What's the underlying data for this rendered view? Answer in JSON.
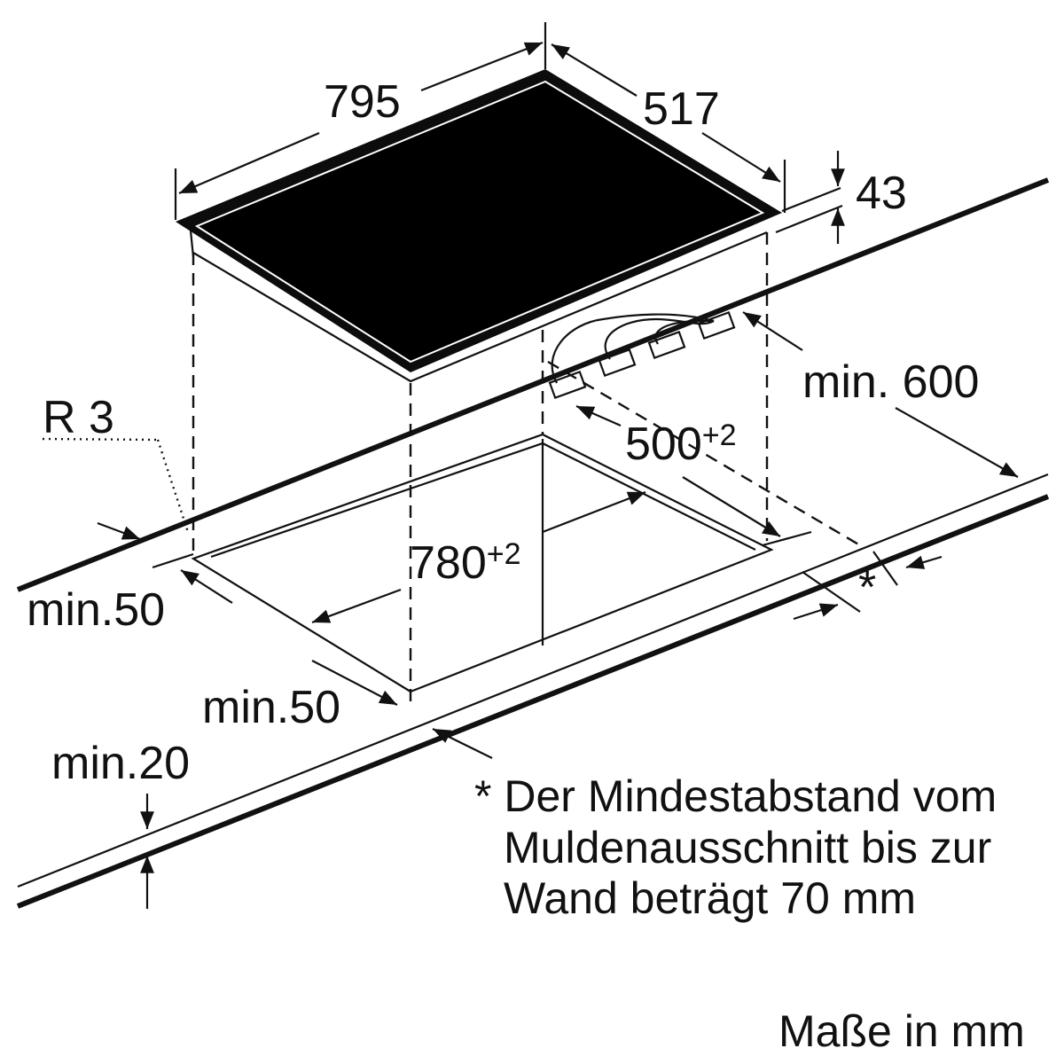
{
  "dimensions": {
    "width": "795",
    "depth": "517",
    "height": "43",
    "cutout_width": "780",
    "cutout_width_tol": "+2",
    "cutout_depth": "500",
    "cutout_depth_tol": "+2",
    "radius": "R 3",
    "min_back": "min. 600",
    "min_side": "min.50",
    "min_front": "min.50",
    "min_edge": "min.20",
    "asterisk": "*"
  },
  "footnote": {
    "line1": "* Der Mindestabstand vom",
    "line2": "Muldenausschnitt bis zur",
    "line3": "Wand beträgt 70 mm"
  },
  "units_note": "Maße in mm",
  "colors": {
    "ink": "#111111",
    "glass": "#0c0c0c",
    "background": "#ffffff"
  }
}
